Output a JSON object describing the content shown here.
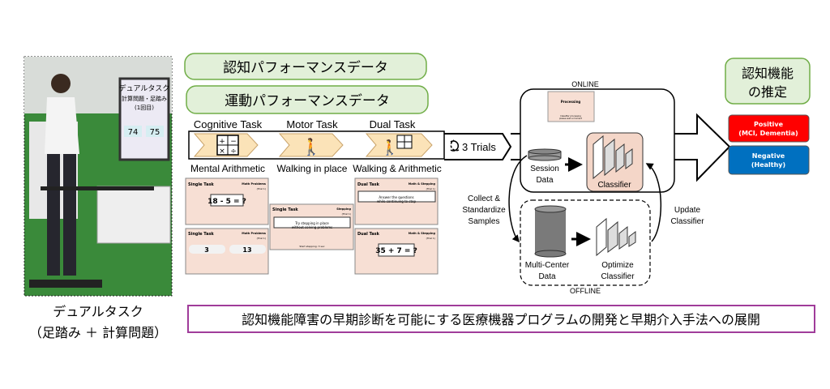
{
  "photo": {
    "screen_title": "デュアルタスク",
    "screen_subtitle": "計算問題・足踏み",
    "screen_round": "(1回目)",
    "screen_values": [
      "74",
      "75"
    ],
    "caption_line1": "デュアルタスク",
    "caption_line2": "（足踏み ＋ 計算問題）"
  },
  "data_boxes": [
    "認知パフォーマンスデータ",
    "運動パフォーマンスデータ"
  ],
  "tasks": [
    {
      "title": "Cognitive Task",
      "subtitle": "Mental Arithmetic",
      "icon": "calculator-icon"
    },
    {
      "title": "Motor Task",
      "subtitle": "Walking in place",
      "icon": "walking-person-icon"
    },
    {
      "title": "Dual Task",
      "subtitle": "Walking & Arithmetic",
      "icon": "walking-calculator-icon"
    }
  ],
  "screens": [
    {
      "type": "Single Task",
      "mode": "Math Problems",
      "trial": "(Trial 1)",
      "content": "18 - 5 = ?"
    },
    {
      "type": "Single Task",
      "mode": "Math Problems",
      "trial": "(Trial 1)",
      "choices": [
        "3",
        "13"
      ]
    },
    {
      "type": "Single Task",
      "mode": "Stepping",
      "trial": "(Trial 1)",
      "content": "Try stepping in place\nwithout solving problems",
      "footer": "Start stepping: 3 sec"
    },
    {
      "type": "Dual Task",
      "mode": "Math & Stepping",
      "trial": "(Trial 1)",
      "content": "Answer the questions\nwhile continuing to step"
    },
    {
      "type": "Dual Task",
      "mode": "Math & Stepping",
      "trial": "(Trial 1)",
      "content": "35 + 7 = ?"
    }
  ],
  "trials_label": "3 Trials",
  "online": {
    "label": "ONLINE",
    "processing_title": "Processing",
    "processing_text": "Classifier processing\nplease wait a moment",
    "session_data": [
      "Session",
      "Data"
    ],
    "classifier": "Classifier"
  },
  "offline": {
    "label": "OFFLINE",
    "multi_center": [
      "Multi-Center",
      "Data"
    ],
    "optimize": [
      "Optimize",
      "Classifier"
    ]
  },
  "collect_label": [
    "Collect &",
    "Standardize",
    "Samples"
  ],
  "update_label": [
    "Update",
    "Classifier"
  ],
  "estimation": {
    "title": [
      "認知機能",
      "の推定"
    ],
    "positive": [
      "Positive",
      "(MCI, Dementia)"
    ],
    "negative": [
      "Negative",
      "(Healthy)"
    ]
  },
  "bottom_banner": "認知機能障害の早期診断を可能にする医療機器プログラムの開発と早期介入手法への展開",
  "colors": {
    "green_box": "#e2f0d9",
    "green_border": "#70ad47",
    "screen_bg": "#f7dfd4",
    "positive": "#ff0000",
    "negative": "#0070c0",
    "banner_border": "#a03c9a",
    "classifier_bg": "#f4d6c8"
  }
}
